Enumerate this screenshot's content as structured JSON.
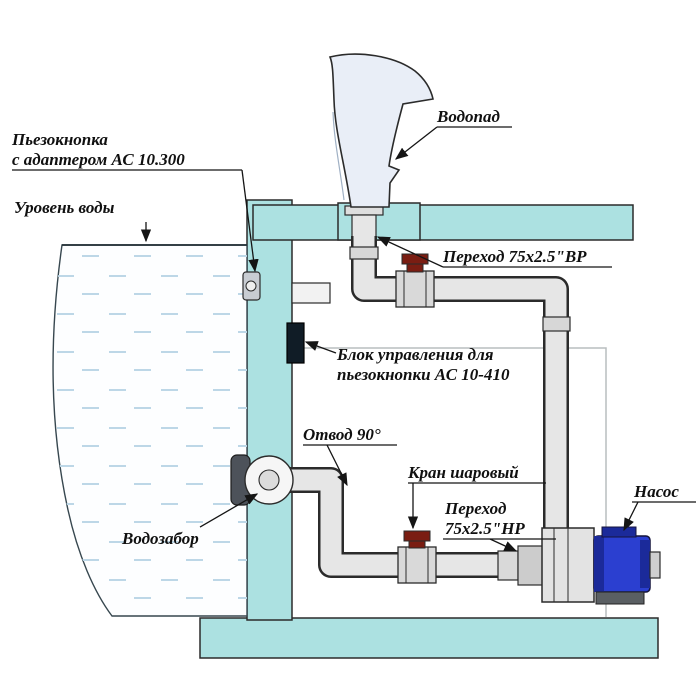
{
  "labels": {
    "piezo_line1": "Пьезокнопка",
    "piezo_line2": "с адаптером АС 10.300",
    "water_level": "Уровень воды",
    "waterfall": "Водопад",
    "transition_vr": "Переход 75х2.5\"ВР",
    "control_unit_line1": "Блок управления для",
    "control_unit_line2": "пьезокнопки АС 10-410",
    "elbow_90": "Отвод 90°",
    "ball_valve": "Кран шаровый",
    "transition_nr_line1": "Переход",
    "transition_nr_line2": "75х2.5\"НР",
    "pump": "Насос",
    "water_intake": "Водозабор"
  },
  "colors": {
    "structure_teal": "#ace1e1",
    "water_dash_blue": "#bdd7e7",
    "pipe_gray": "#e6e6e6",
    "pipe_fitting_gray": "#d7d7d7",
    "valve_handle_red": "#7a1d12",
    "pump_motor_blue": "#2b3fd0",
    "spout_fill": "#e9eef7"
  }
}
